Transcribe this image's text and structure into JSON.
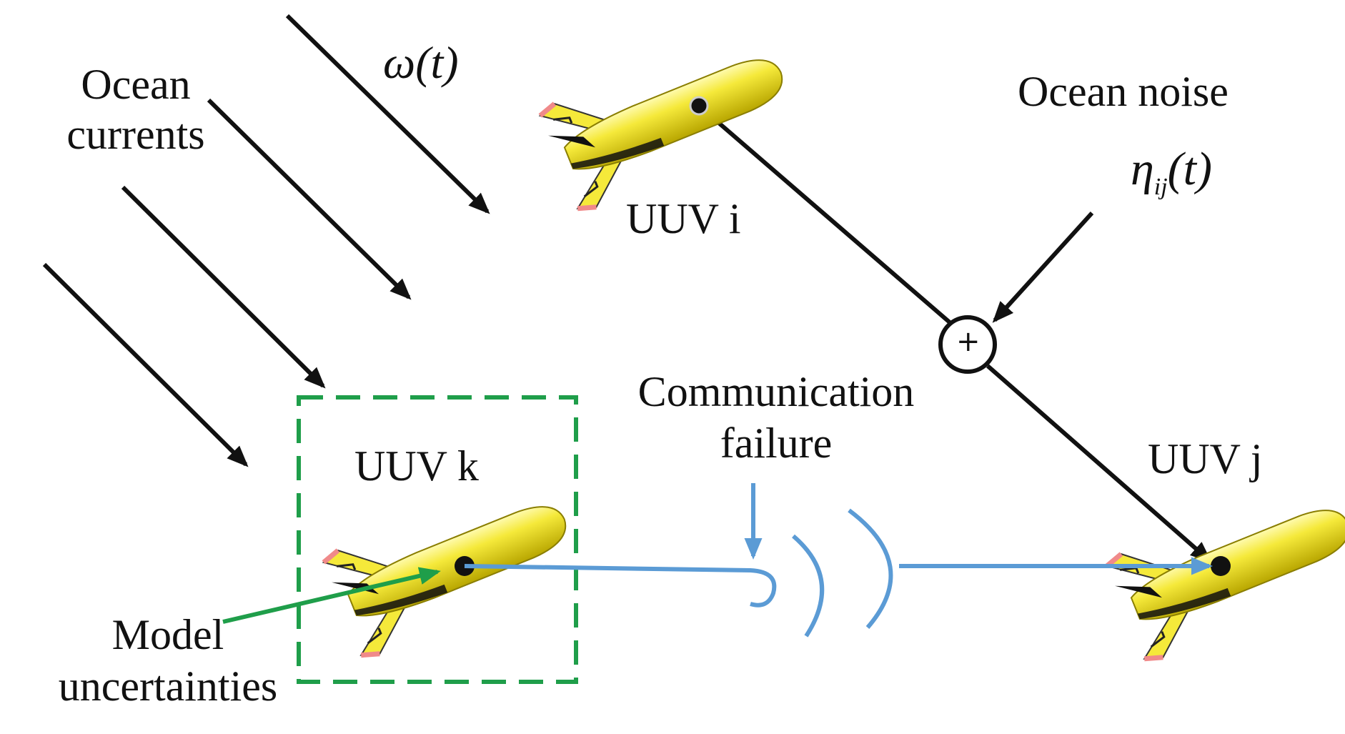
{
  "labels": {
    "omega": "ω(t)",
    "ocean_currents_line1": "Ocean",
    "ocean_currents_line2": "currents",
    "ocean_noise": "Ocean noise",
    "eta_symbol": "η",
    "eta_sub": "ij",
    "eta_arg": "(t)",
    "uuv_i": "UUV i",
    "uuv_j": "UUV j",
    "uuv_k": "UUV k",
    "communication_line1": "Communication",
    "communication_line2": "failure",
    "model_line1": "Model",
    "model_line2": "uncertainties",
    "sum_symbol": "+"
  },
  "colors": {
    "arrow": "#111111",
    "link": "#5b9bd5",
    "model_box": "#1f9e4a",
    "vehicle_body": "#f5e93a",
    "vehicle_shade": "#c9b800",
    "vehicle_fin_edge": "#f08a8a"
  }
}
